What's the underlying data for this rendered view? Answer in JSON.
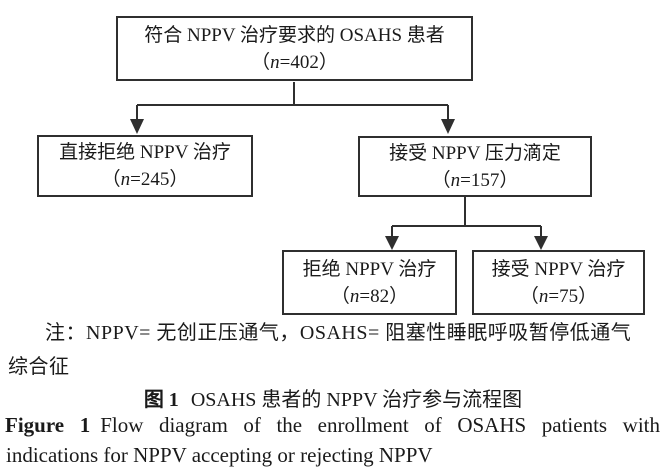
{
  "palette": {
    "background": "#ffffff",
    "text": "#1a1a1a",
    "line": "#2f2f2f",
    "box_border": "#2f2f2f"
  },
  "flowchart": {
    "nodes": {
      "top": {
        "label": "符合 NPPV 治疗要求的 OSAHS 患者",
        "count_prefix": "（",
        "count_italic": "n",
        "count_suffix": "=402）"
      },
      "reject_direct": {
        "label": "直接拒绝 NPPV 治疗",
        "count_prefix": "（",
        "count_italic": "n",
        "count_suffix": "=245）"
      },
      "accept_titration": {
        "label": "接受 NPPV 压力滴定",
        "count_prefix": "（",
        "count_italic": "n",
        "count_suffix": "=157）"
      },
      "reject_nppv": {
        "label": "拒绝 NPPV 治疗",
        "count_prefix": "（",
        "count_italic": "n",
        "count_suffix": "=82）"
      },
      "accept_nppv": {
        "label": "接受 NPPV 治疗",
        "count_prefix": "（",
        "count_italic": "n",
        "count_suffix": "=75）"
      }
    }
  },
  "note": {
    "line1": "注：NPPV= 无创正压通气，OSAHS= 阻塞性睡眠呼吸暂停低通气",
    "line2": "综合征"
  },
  "caption_cn": {
    "bold": "图 1",
    "text": "OSAHS 患者的 NPPV 治疗参与流程图"
  },
  "caption_en": {
    "bold": "Figure 1",
    "line1_rest": "Flow diagram of the enrollment of OSAHS patients with",
    "line2": "indications for NPPV accepting or rejecting NPPV"
  }
}
